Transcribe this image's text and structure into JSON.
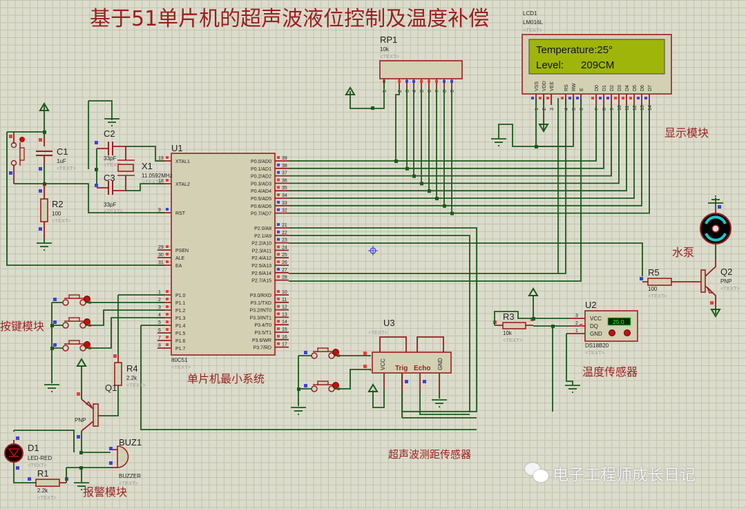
{
  "title": "基于51单片机的超声波液位控制及温度补偿",
  "section_labels": {
    "display": "显示模块",
    "pump": "水泵",
    "keys": "按键模块",
    "mcu": "单片机最小系统",
    "temp": "温度传感器",
    "alarm": "报警模块",
    "ultrasonic": "超声波测距传感器"
  },
  "placeholder": "<TEXT>",
  "watermark": "电子工程师成长日记",
  "lcd": {
    "ref": "LCD1",
    "part": "LM016L",
    "line1": "Temperature:25°",
    "line2": "Level:      209CM",
    "pin_names": [
      "VSS",
      "VDD",
      "VEE",
      "RS",
      "RW",
      "E",
      "D0",
      "D1",
      "D2",
      "D3",
      "D4",
      "D5",
      "D6",
      "D7"
    ],
    "pin_numbers": [
      "1",
      "2",
      "3",
      "4",
      "5",
      "6",
      "7",
      "8",
      "9",
      "10",
      "11",
      "12",
      "13",
      "14"
    ],
    "bg_color": "#9fb50a"
  },
  "rp1": {
    "ref": "RP1",
    "value": "10k",
    "pin_numbers": [
      "1",
      "2",
      "3",
      "4",
      "5",
      "6",
      "7",
      "8",
      "9"
    ]
  },
  "u1": {
    "ref": "U1",
    "part": "80C51",
    "left_pins": [
      {
        "num": "19",
        "name": "XTAL1"
      },
      {
        "num": "18",
        "name": "XTAL2"
      },
      {
        "num": "9",
        "name": "RST"
      },
      {
        "num": "29",
        "name": "PSEN"
      },
      {
        "num": "30",
        "name": "ALE"
      },
      {
        "num": "31",
        "name": "EA"
      },
      {
        "num": "1",
        "name": "P1.0"
      },
      {
        "num": "2",
        "name": "P1.1"
      },
      {
        "num": "3",
        "name": "P1.2"
      },
      {
        "num": "4",
        "name": "P1.3"
      },
      {
        "num": "5",
        "name": "P1.4"
      },
      {
        "num": "6",
        "name": "P1.5"
      },
      {
        "num": "7",
        "name": "P1.6"
      },
      {
        "num": "8",
        "name": "P1.7"
      }
    ],
    "right_pins": [
      {
        "num": "39",
        "name": "P0.0/AD0"
      },
      {
        "num": "38",
        "name": "P0.1/AD1"
      },
      {
        "num": "37",
        "name": "P0.2/AD2"
      },
      {
        "num": "36",
        "name": "P0.3/AD3"
      },
      {
        "num": "35",
        "name": "P0.4/AD4"
      },
      {
        "num": "34",
        "name": "P0.5/AD5"
      },
      {
        "num": "33",
        "name": "P0.6/AD6"
      },
      {
        "num": "32",
        "name": "P0.7/AD7"
      },
      {
        "num": "21",
        "name": "P2.0/A8"
      },
      {
        "num": "22",
        "name": "P2.1/A9"
      },
      {
        "num": "23",
        "name": "P2.2/A10"
      },
      {
        "num": "24",
        "name": "P2.3/A11"
      },
      {
        "num": "25",
        "name": "P2.4/A12"
      },
      {
        "num": "26",
        "name": "P2.5/A13"
      },
      {
        "num": "27",
        "name": "P2.6/A14"
      },
      {
        "num": "28",
        "name": "P2.7/A15"
      },
      {
        "num": "10",
        "name": "P3.0/RXD"
      },
      {
        "num": "11",
        "name": "P3.1/TXD"
      },
      {
        "num": "12",
        "name": "P3.2/INT0"
      },
      {
        "num": "13",
        "name": "P3.3/INT1"
      },
      {
        "num": "14",
        "name": "P3.4/T0"
      },
      {
        "num": "15",
        "name": "P3.5/T1"
      },
      {
        "num": "16",
        "name": "P3.6/WR"
      },
      {
        "num": "17",
        "name": "P3.7/RD"
      }
    ]
  },
  "components": {
    "c1": {
      "ref": "C1",
      "value": "1uF"
    },
    "c2": {
      "ref": "C2",
      "value": "33pF"
    },
    "c3": {
      "ref": "C3",
      "value": "33pF"
    },
    "x1": {
      "ref": "X1",
      "value": "11.0592MHz"
    },
    "r1": {
      "ref": "R1",
      "value": "2.2k"
    },
    "r2": {
      "ref": "R2",
      "value": "100"
    },
    "r3": {
      "ref": "R3",
      "value": "10k"
    },
    "r4": {
      "ref": "R4",
      "value": "2.2k"
    },
    "r5": {
      "ref": "R5",
      "value": "100"
    },
    "q1": {
      "ref": "Q1",
      "value": "PNP"
    },
    "q2": {
      "ref": "Q2",
      "value": "PNP"
    },
    "d1": {
      "ref": "D1",
      "value": "LED-RED"
    },
    "buz1": {
      "ref": "BUZ1",
      "value": "BUZZER"
    }
  },
  "u2": {
    "ref": "U2",
    "part": "DS18B20",
    "reading": "25.0",
    "pins": [
      {
        "num": "3",
        "name": "VCC"
      },
      {
        "num": "2",
        "name": "DQ"
      },
      {
        "num": "1",
        "name": "GND"
      }
    ]
  },
  "u3": {
    "ref": "U3",
    "pins": [
      "VCC",
      "Trig",
      "Echo",
      "GND"
    ],
    "minus": "-",
    "plus": "+"
  }
}
